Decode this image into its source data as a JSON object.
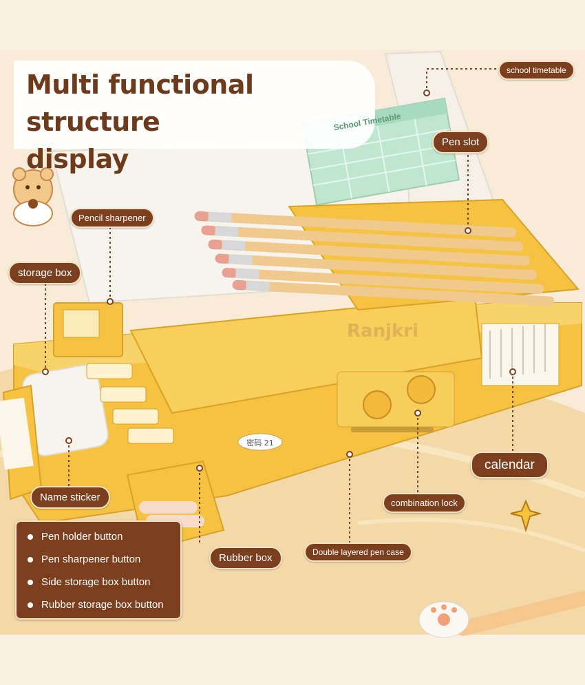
{
  "headline": {
    "line1": "Multi functional structure",
    "line2": "display"
  },
  "callouts": {
    "school_timetable": "school timetable",
    "pen_slot": "Pen slot",
    "pencil_sharpener": "Pencil sharpener",
    "storage_box": "storage box",
    "calendar": "calendar",
    "name_sticker": "Name sticker",
    "combination_lock": "combination lock",
    "rubber_box": "Rubber box",
    "double_layered_pen_case": "Double layered pen case"
  },
  "legend": {
    "items": [
      "Pen holder button",
      "Pen sharpener button",
      "Side storage box button",
      "Rubber storage box button"
    ]
  },
  "photo_text": {
    "timetable_title": "School Timetable",
    "code_label": "密码 21",
    "watermark": "Ranjkri"
  },
  "colors": {
    "case_yellow": "#f5c242",
    "label_brown": "#7b3f1e",
    "background": "#f8ecd8"
  }
}
